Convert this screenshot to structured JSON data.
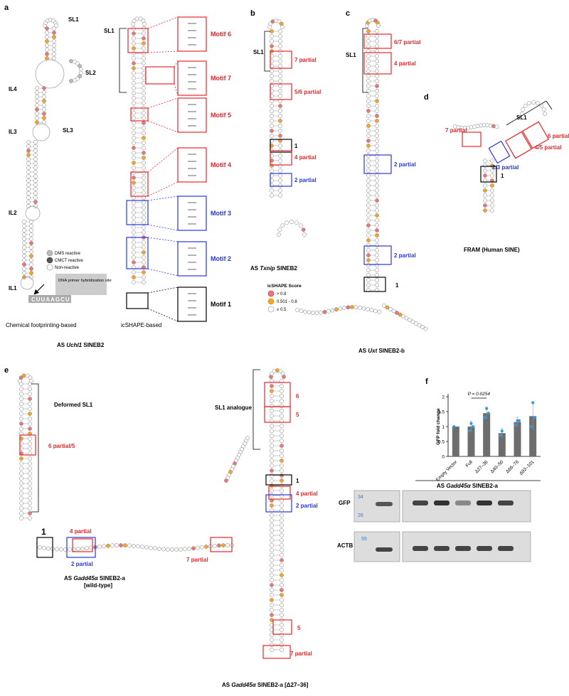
{
  "figure": {
    "panel_letters": [
      "a",
      "b",
      "c",
      "d",
      "e",
      "f"
    ],
    "panel_a": {
      "sl_labels": [
        "SL1",
        "SL2",
        "SL3",
        "IL1",
        "IL2",
        "IL3",
        "IL4"
      ],
      "legend": [
        "DMS reactive",
        "CMCT reactive",
        "Non-reactive"
      ],
      "primer_note": "DNA primer hybridization site",
      "primer_seq": "CUUAAGCU",
      "caption_left": "Chemical footprinting-based",
      "caption_right": "icSHAPE-based",
      "title_prefix": "AS ",
      "title_gene": "Uchl1",
      "title_suffix": " SINEB2",
      "sl1": "SL1",
      "motifs": [
        {
          "label": "Motif 6",
          "color": "red"
        },
        {
          "label": "Motif 7",
          "color": "red"
        },
        {
          "label": "Motif 5",
          "color": "red"
        },
        {
          "label": "Motif 4",
          "color": "red"
        },
        {
          "label": "Motif 3",
          "color": "blue"
        },
        {
          "label": "Motif 2",
          "color": "blue"
        },
        {
          "label": "Motif 1",
          "color": "black"
        }
      ]
    },
    "panel_b": {
      "sl1": "SL1",
      "labels": [
        "7 partial",
        "5/6 partial",
        "1",
        "4 partial",
        "2 partial"
      ],
      "title_prefix": "AS ",
      "title_gene": "Txnip",
      "title_suffix": " SINEB2",
      "score_title": "icSHAPE Score",
      "score_legend": [
        "> 0.8",
        "0.501 - 0.8",
        "≤ 0.5"
      ]
    },
    "panel_c": {
      "sl1": "SL1",
      "labels": [
        "6/7 partial",
        "4 partial",
        "2 partial",
        "2 partial",
        "1"
      ],
      "title_prefix": "AS ",
      "title_gene": "Uxt",
      "title_suffix": " SINEB2-b"
    },
    "panel_d": {
      "sl1": "SL1",
      "labels": [
        "7 partial",
        "6 partial",
        "4/5 partial",
        "2/3 partial",
        "1"
      ],
      "title": "FRAM (Human SINE)"
    },
    "panel_e_left": {
      "labels": [
        "Deformed SL1",
        "6 partial/5",
        "1",
        "4 partial",
        "2 partial",
        "7 partial"
      ],
      "title_prefix": "AS ",
      "title_gene": "Gadd45α",
      "title_suffix": " SINEB2-a",
      "subtitle": "[wild-type]"
    },
    "panel_e_right": {
      "labels": [
        "SL1 analogue",
        "6",
        "5",
        "1",
        "4 partial",
        "2 partial",
        "5",
        "7 partial"
      ],
      "title_prefix": "AS ",
      "title_gene": "Gadd45α",
      "title_suffix": " SINEB2-a [Δ27–36]"
    },
    "panel_f": {
      "blot_labels": [
        "GFP",
        "ACTB"
      ],
      "markers": [
        "34",
        "26",
        "55"
      ],
      "group_label_prefix": "AS ",
      "group_label_gene": "Gadd45α",
      "group_label_suffix": " SINEB2-a"
    }
  },
  "colors": {
    "red": "#e8262b",
    "blue": "#2a36d6",
    "orange": "#f5a623",
    "pink": "#e9777c",
    "grey": "#bbbbbb"
  },
  "chart_data": {
    "type": "bar",
    "ylabel": "GFP fold change",
    "ylim": [
      0,
      2
    ],
    "yticks": [
      "0",
      "0.5",
      "1",
      "1.5",
      "2"
    ],
    "categories": [
      "Empty Vector",
      "Full",
      "Δ27–36",
      "Δ40–50",
      "Δ66–76",
      "Δ92–101"
    ],
    "values": [
      1.0,
      1.0,
      1.45,
      0.78,
      1.15,
      1.35
    ],
    "errors": [
      0.0,
      0.18,
      0.2,
      0.15,
      0.16,
      0.45
    ],
    "points": [
      [
        1.0
      ],
      [
        0.85,
        1.1,
        1.0
      ],
      [
        1.3,
        1.6,
        1.45
      ],
      [
        0.7,
        0.85
      ],
      [
        1.05,
        1.2,
        1.2
      ],
      [
        1.0,
        1.8,
        1.3
      ]
    ],
    "annotation": "P = 0.0254",
    "annotation_span": [
      "Full",
      "Δ27–36"
    ]
  }
}
